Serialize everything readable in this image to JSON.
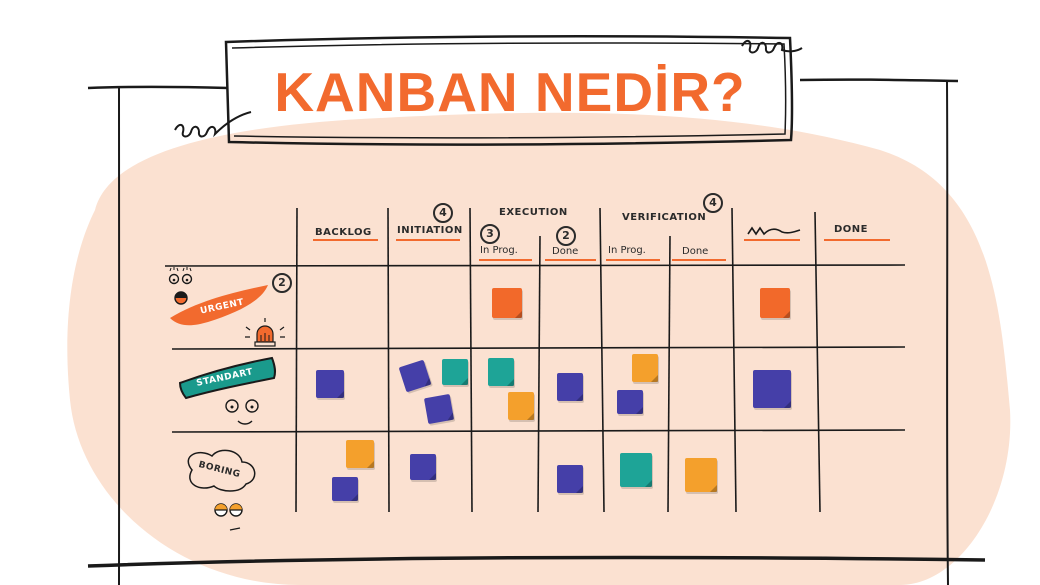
{
  "title": "KANBAN NEDİR?",
  "colors": {
    "accent": "#f26a2e",
    "blob": "#fbe1d1",
    "orange_card": "#f2692a",
    "purple_card": "#453fa8",
    "teal_card": "#1ea497",
    "amber_card": "#f4a02c",
    "ink": "#2b2b2b",
    "standart_bg": "#1a9a8c"
  },
  "board": {
    "columns": {
      "backlog": "BACKLOG",
      "initiation": "INITIATION",
      "execution": "EXECUTION",
      "verification": "VERIFICATION",
      "done": "DONE"
    },
    "subcolumns": {
      "exec_in_prog": "In Prog.",
      "exec_done": "Done",
      "ver_in_prog": "In Prog.",
      "ver_done": "Done"
    },
    "limits": {
      "initiation": "4",
      "exec_in_prog": "3",
      "exec_done": "2",
      "verification": "4"
    },
    "rows": {
      "urgent": "URGENT",
      "urgent_limit": "2",
      "standart": "STANDART",
      "boring": "BORING"
    }
  },
  "cards": [
    {
      "row": "urgent",
      "column": "execution-in-prog",
      "color": "orange"
    },
    {
      "row": "urgent",
      "column": "wavy",
      "color": "orange"
    },
    {
      "row": "standart",
      "column": "backlog",
      "color": "purple"
    },
    {
      "row": "standart",
      "column": "initiation",
      "color": "purple"
    },
    {
      "row": "standart",
      "column": "initiation",
      "color": "teal"
    },
    {
      "row": "standart",
      "column": "initiation",
      "color": "purple"
    },
    {
      "row": "standart",
      "column": "execution-in-prog",
      "color": "teal"
    },
    {
      "row": "standart",
      "column": "execution-in-prog",
      "color": "amber"
    },
    {
      "row": "standart",
      "column": "execution-done",
      "color": "purple"
    },
    {
      "row": "standart",
      "column": "verification-in-prog",
      "color": "amber"
    },
    {
      "row": "standart",
      "column": "verification-in-prog",
      "color": "purple"
    },
    {
      "row": "standart",
      "column": "wavy",
      "color": "purple"
    },
    {
      "row": "boring",
      "column": "backlog",
      "color": "amber"
    },
    {
      "row": "boring",
      "column": "backlog",
      "color": "purple"
    },
    {
      "row": "boring",
      "column": "initiation",
      "color": "purple"
    },
    {
      "row": "boring",
      "column": "execution-done",
      "color": "purple"
    },
    {
      "row": "boring",
      "column": "verification-in-prog",
      "color": "teal"
    },
    {
      "row": "boring",
      "column": "verification-done",
      "color": "amber"
    }
  ]
}
